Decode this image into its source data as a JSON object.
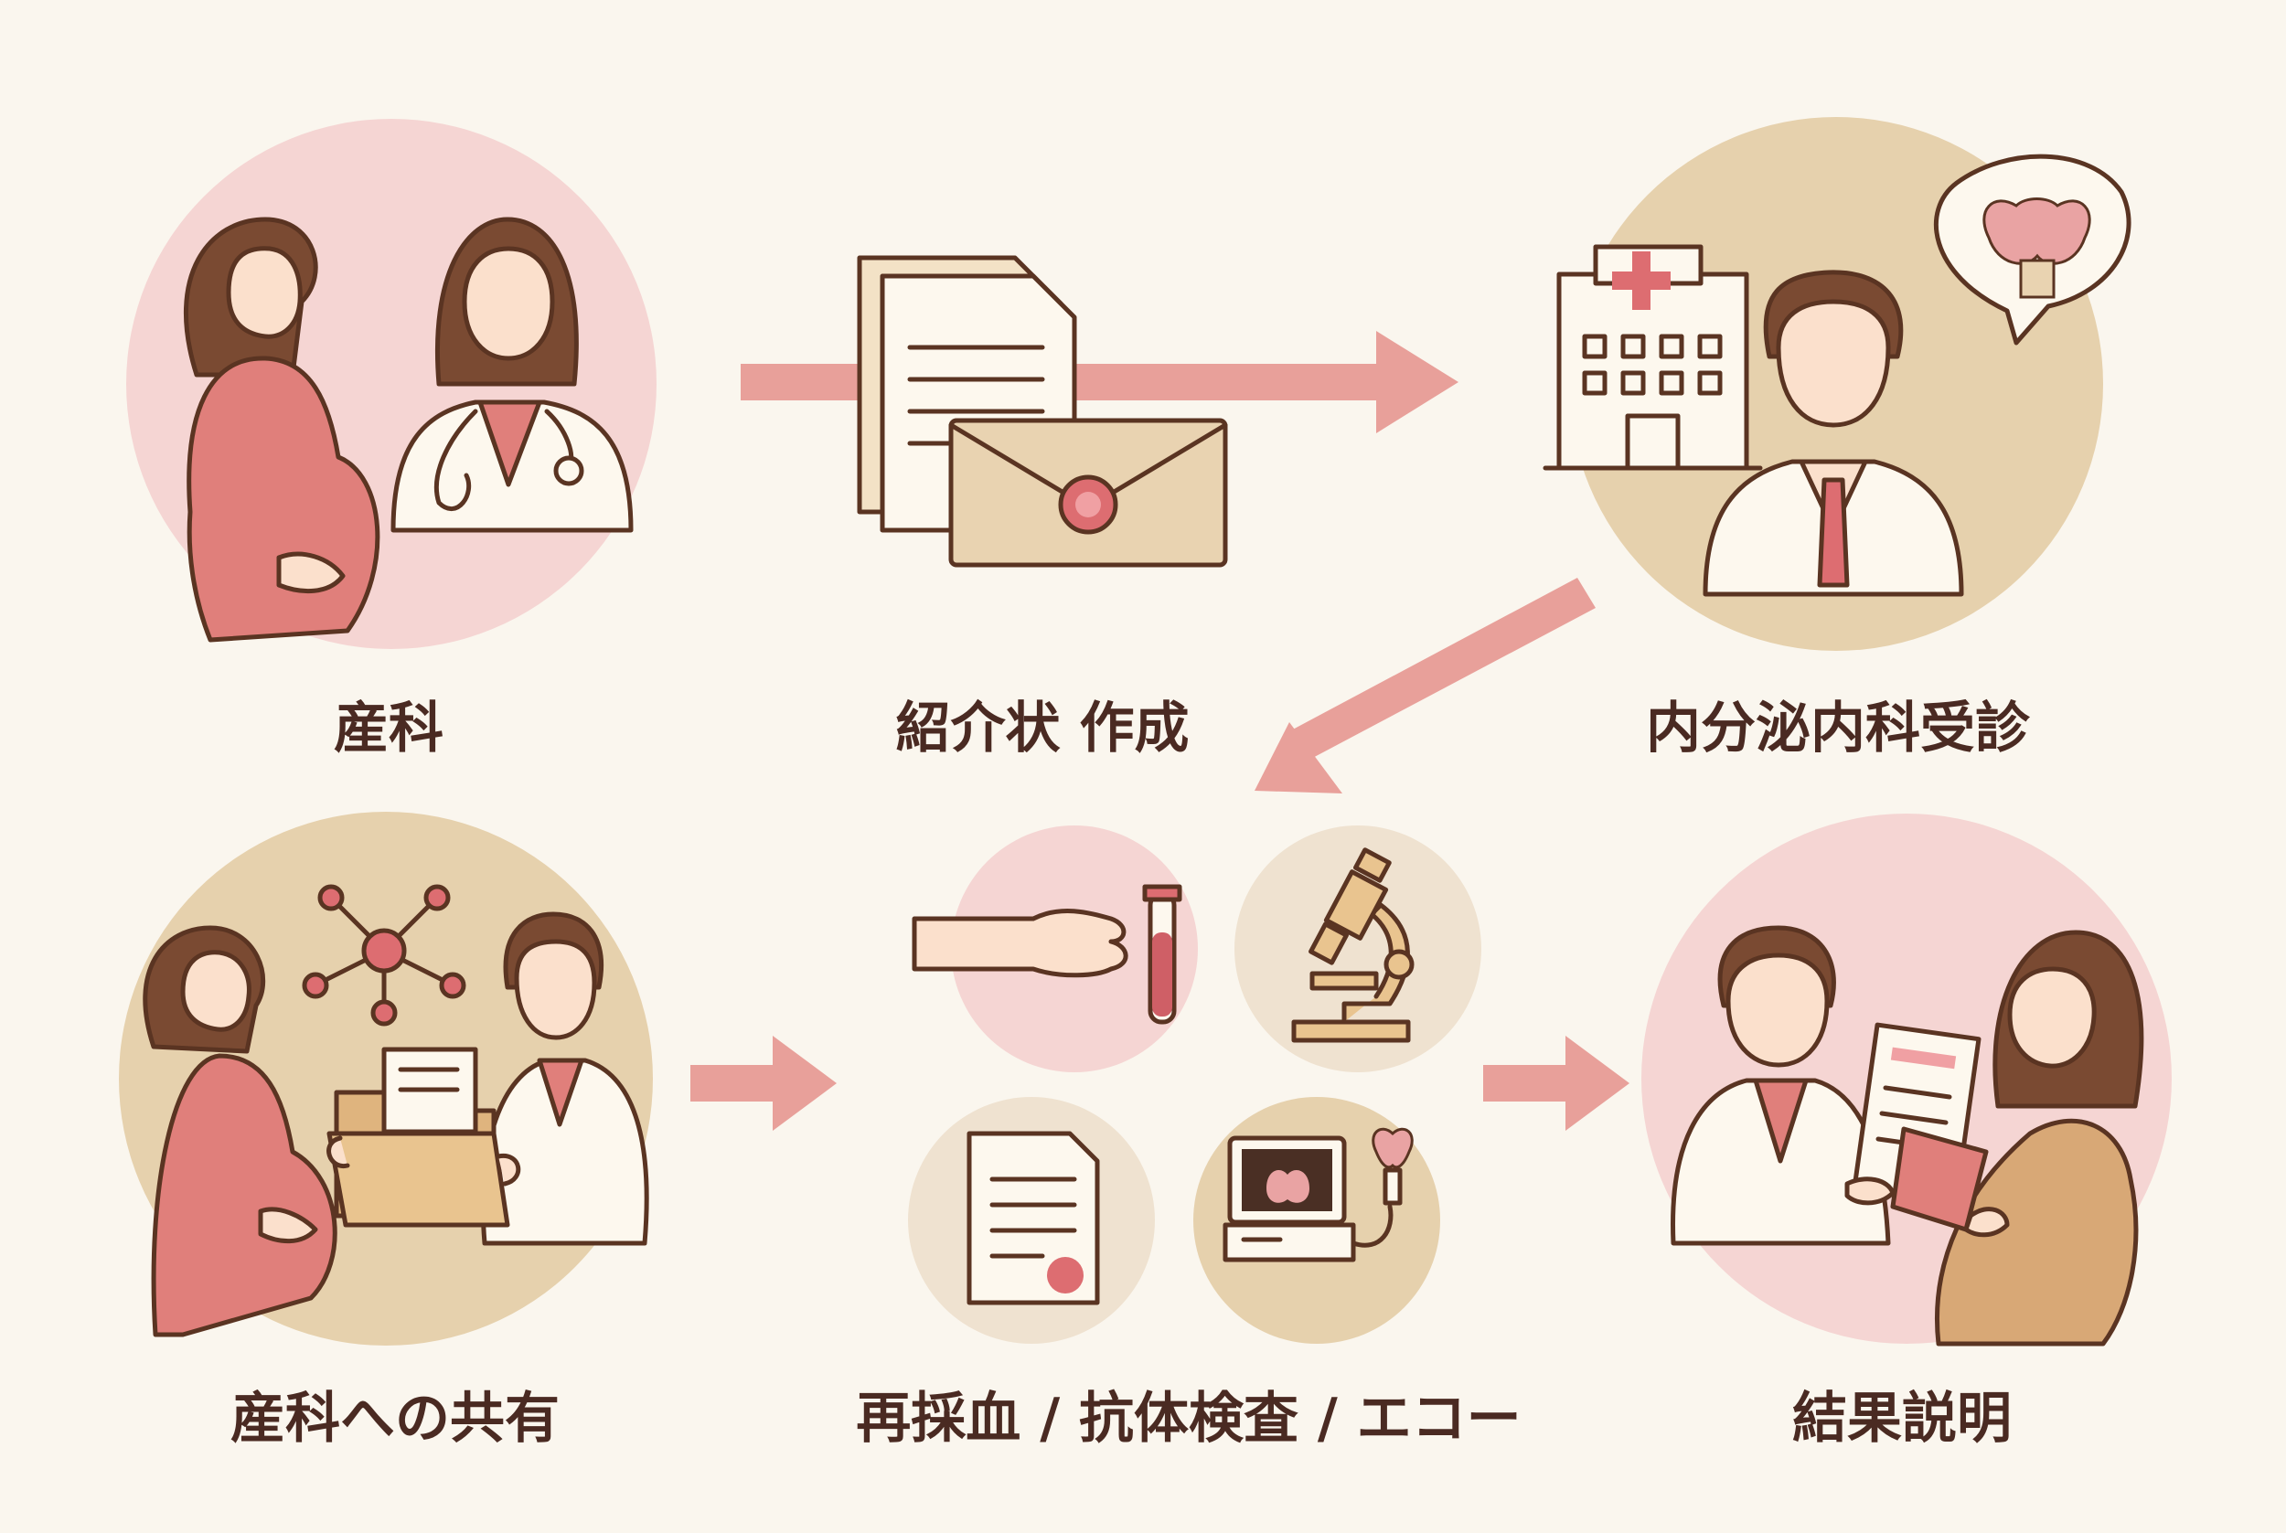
{
  "colors": {
    "background": "#faf6ee",
    "pink_circle": "#f5d5d3",
    "tan_circle": "#e6d1ad",
    "arrow": "#e8a09a",
    "outline": "#5a3422",
    "skin": "#fbe0cc",
    "hair": "#7a4a32",
    "pink_dress": "#e07f7b",
    "paper": "#fdf8ee",
    "envelope": "#e9d3b1",
    "seal": "#dd6d71",
    "text": "#4a2a22"
  },
  "steps": {
    "obstetrics": {
      "label": "産科",
      "icons": [
        "pregnant-woman-icon",
        "female-doctor-icon",
        "stethoscope-icon"
      ]
    },
    "referral_letter": {
      "label": "紹介状 作成",
      "icons": [
        "document-icon",
        "envelope-icon",
        "wax-seal-icon"
      ]
    },
    "endocrinology_visit": {
      "label": "内分泌内科受診",
      "icons": [
        "hospital-icon",
        "male-doctor-icon",
        "thyroid-icon"
      ]
    },
    "tests": {
      "label": "再採血 / 抗体検査 / エコー",
      "icons": [
        "blood-draw-icon",
        "microscope-icon",
        "report-icon",
        "ultrasound-icon"
      ]
    },
    "share_with_obstetrics": {
      "label": "産科への共有",
      "icons": [
        "network-icon",
        "folder-icon",
        "pregnant-woman-icon",
        "male-doctor-icon"
      ]
    },
    "results_explanation": {
      "label": "結果説明",
      "icons": [
        "male-doctor-icon",
        "result-sheet-icon",
        "pregnant-woman-icon"
      ]
    }
  }
}
